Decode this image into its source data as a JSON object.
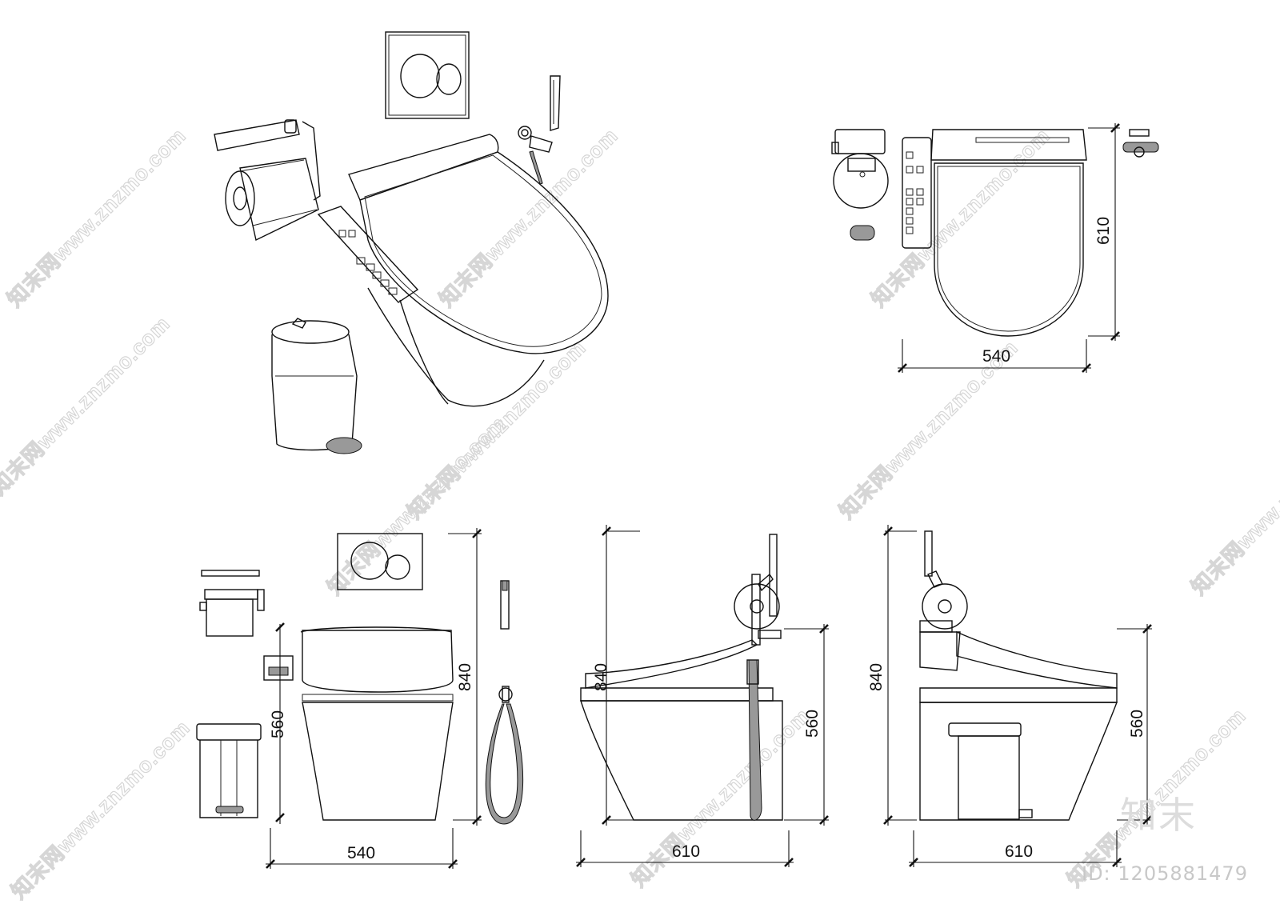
{
  "dimensions": {
    "plan_height": "610",
    "plan_width": "540",
    "front_height_total": "840",
    "front_height_bowl": "560",
    "front_width": "540",
    "side_height_total": "840",
    "side_height_bowl": "560",
    "side_width": "610",
    "rear_height_total": "840",
    "rear_height_bowl": "560",
    "rear_width": "610"
  },
  "watermark": {
    "text": "知末网www.znzmo.com",
    "brand": "知末",
    "id": "ID: 1205881479"
  }
}
